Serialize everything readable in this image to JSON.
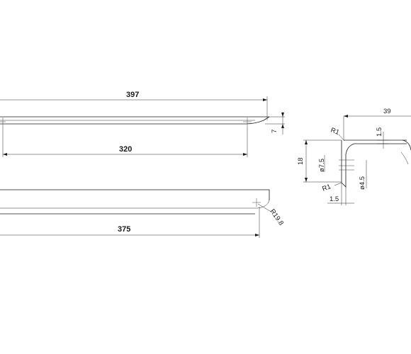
{
  "dimensions": {
    "d397": "397",
    "d7": "7",
    "d320": "320",
    "d375": "375",
    "r19_8": "R19.8",
    "d39": "39",
    "r1_top": "R1",
    "d1_5_v": "1.5",
    "d18": "18",
    "dia7_5": "ø7.5",
    "dia4_5": "ø4.5",
    "r1_bottom": "R1",
    "d1_5_h": "1.5"
  },
  "colors": {
    "background": "#ffffff",
    "line": "#1a1a1a"
  }
}
